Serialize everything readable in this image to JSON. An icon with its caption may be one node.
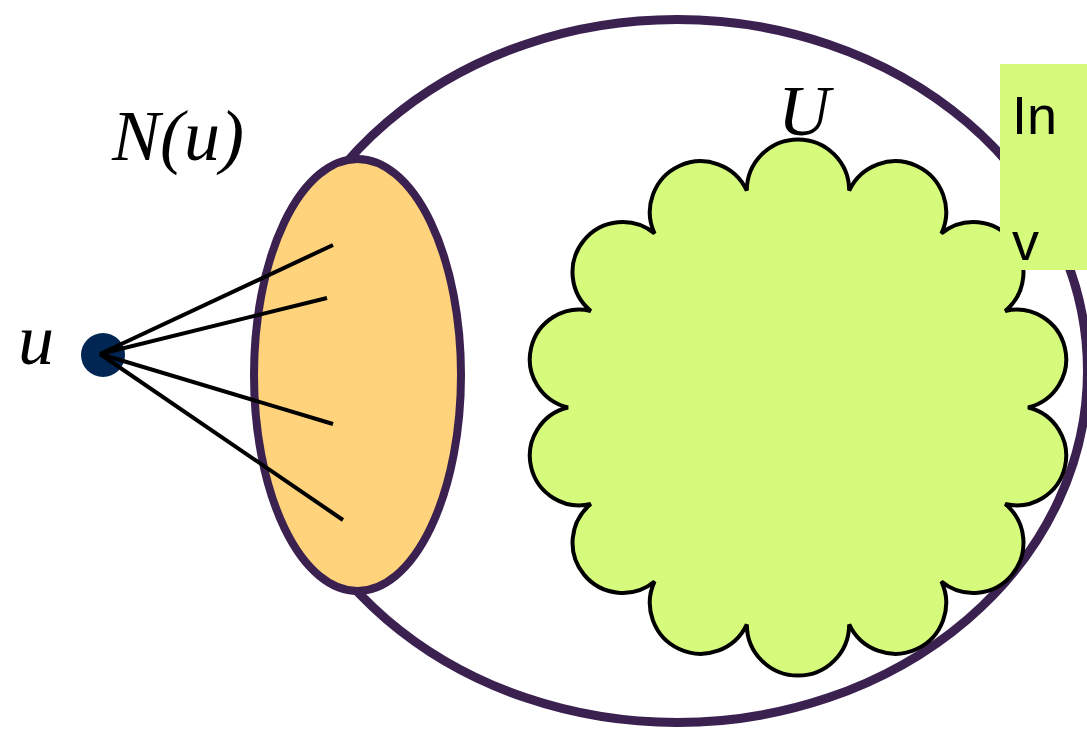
{
  "diagram": {
    "nodes": [
      {
        "text": [],
        "shape": "circle"
      },
      {
        "text": [
          "N(u)"
        ]
      },
      {
        "text": [
          "U"
        ],
        "in": 0
      },
      {
        "text": [
          "u"
        ]
      },
      {
        "text": [
          "In",
          "v"
        ]
      }
    ],
    "edges": [
      {
        "from": 3,
        "to": 1,
        "arrow": "none"
      },
      {
        "from": 3,
        "to": 1,
        "arrow": "none"
      },
      {
        "from": 3,
        "to": 1,
        "arrow": "none"
      },
      {
        "from": 3,
        "to": 1,
        "arrow": "none"
      }
    ]
  }
}
